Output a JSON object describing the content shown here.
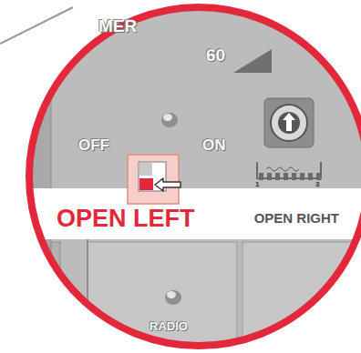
{
  "diagram": {
    "nodes": [
      {
        "text": [
          "OPEN LEFT",
          "OPEN RIGHT"
        ]
      }
    ],
    "labels": [
      "MER",
      "60",
      "OFF",
      "ON",
      "1",
      "3",
      "RADIO"
    ]
  }
}
